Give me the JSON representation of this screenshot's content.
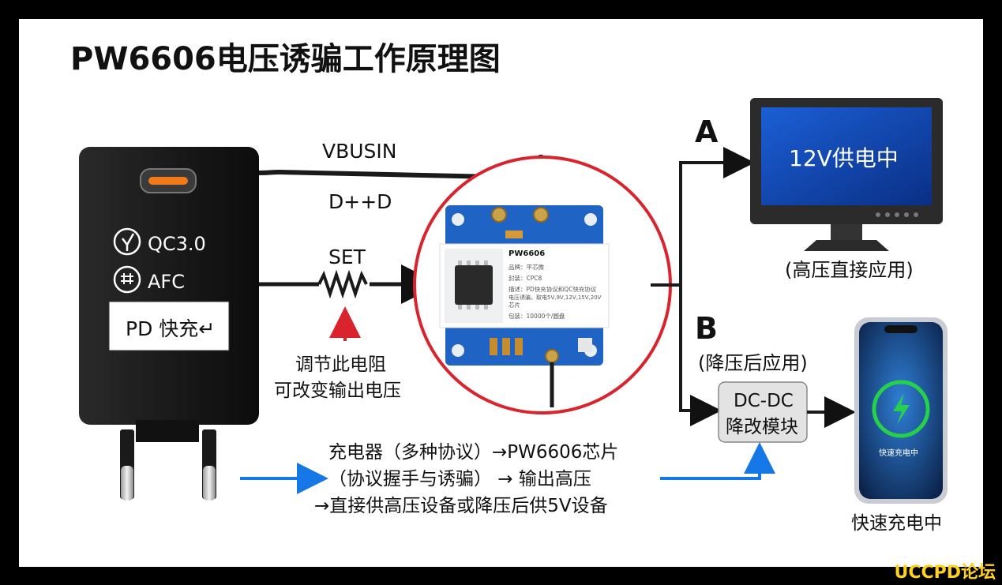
{
  "title": "PW6606电压诱骗工作原理图",
  "charger": {
    "protocols": [
      "QC3.0",
      "AFC"
    ],
    "pd_label": "PD 快充↵"
  },
  "wires": {
    "vbus": "VBUSIN",
    "data": "D++D",
    "set": "SET"
  },
  "resistor_note": [
    "调节此电阻",
    "可改变输出电压"
  ],
  "chip_card": {
    "name": "PW6606",
    "brand": "品牌：平芯微",
    "package": "封装：CPC8",
    "desc": [
      "描述：PD快充协议和QC快充协议",
      "电压诱骗，取电5V,9V,12V,15V,20V",
      "芯片"
    ],
    "pack": "包装：10000个/圆盘"
  },
  "branch_a": {
    "letter": "A",
    "screen": "12V供电中",
    "caption": "(高压直接应用)"
  },
  "branch_b": {
    "letter": "B",
    "caption": "(降压后应用)",
    "module": [
      "DC-DC",
      "降改模块"
    ]
  },
  "phone": {
    "status": "快速充电中",
    "caption": "快速充电中"
  },
  "flow_text": [
    "充电器（多种协议）→PW6606芯片",
    "（协议握手与诱骗） →  输出高压",
    "→直接供高压设备或降压后供5V设备"
  ],
  "watermark": "UCCPD论坛",
  "colors": {
    "accent_red": "#d9232d",
    "flow_blue": "#1677e6",
    "board_blue": "#1f63c4"
  }
}
